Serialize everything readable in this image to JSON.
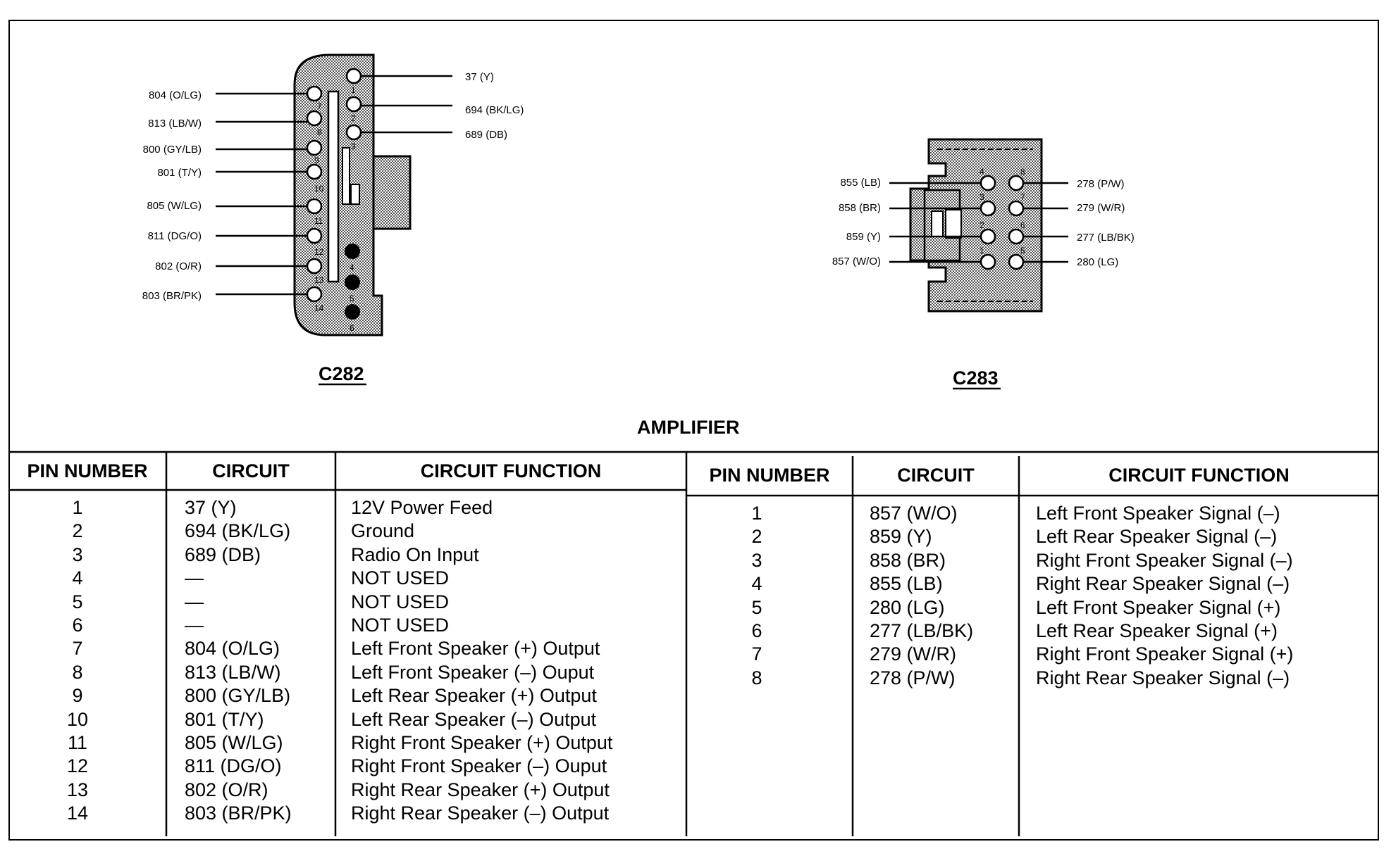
{
  "diagram": {
    "c282": {
      "label": "C282",
      "left_wires": [
        "804 (O/LG)",
        "813 (LB/W)",
        "800 (GY/LB)",
        "801 (T/Y)",
        "805 (W/LG)",
        "811 (DG/O)",
        "802 (O/R)",
        "803 (BR/PK)"
      ],
      "right_wires": [
        "37 (Y)",
        "694 (BK/LG)",
        "689 (DB)"
      ],
      "left_pin_numbers": [
        "7",
        "8",
        "9",
        "10",
        "11",
        "12",
        "13",
        "14"
      ],
      "right_pin_numbers": [
        "1",
        "2",
        "3",
        "4",
        "5",
        "6"
      ]
    },
    "c283": {
      "label": "C283",
      "left_wires": [
        "855 (LB)",
        "858 (BR)",
        "859 (Y)",
        "857 (W/O)"
      ],
      "right_wires": [
        "278 (P/W)",
        "279 (W/R)",
        "277 (LB/BK)",
        "280 (LG)"
      ],
      "left_pin_numbers": [
        "4",
        "3",
        "2",
        "1"
      ],
      "right_pin_numbers": [
        "8",
        "7",
        "6",
        "5"
      ]
    },
    "title": "AMPLIFIER"
  },
  "table_left": {
    "headers": [
      "PIN NUMBER",
      "CIRCUIT",
      "CIRCUIT FUNCTION"
    ],
    "rows": [
      [
        "1",
        "37 (Y)",
        "12V Power Feed"
      ],
      [
        "2",
        "694 (BK/LG)",
        "Ground"
      ],
      [
        "3",
        "689 (DB)",
        "Radio On Input"
      ],
      [
        "4",
        "—",
        "NOT USED"
      ],
      [
        "5",
        "—",
        "NOT USED"
      ],
      [
        "6",
        "—",
        "NOT USED"
      ],
      [
        "7",
        "804 (O/LG)",
        "Left Front Speaker (+) Output"
      ],
      [
        "8",
        "813 (LB/W)",
        "Left Front Speaker (–) Ouput"
      ],
      [
        "9",
        "800 (GY/LB)",
        "Left Rear Speaker (+) Output"
      ],
      [
        "10",
        "801 (T/Y)",
        "Left Rear Speaker (–) Output"
      ],
      [
        "11",
        "805 (W/LG)",
        "Right Front Speaker (+) Output"
      ],
      [
        "12",
        "811 (DG/O)",
        "Right Front Speaker (–) Ouput"
      ],
      [
        "13",
        "802 (O/R)",
        "Right Rear Speaker (+) Output"
      ],
      [
        "14",
        "803 (BR/PK)",
        "Right Rear Speaker (–) Output"
      ]
    ]
  },
  "table_right": {
    "headers": [
      "PIN NUMBER",
      "CIRCUIT",
      "CIRCUIT FUNCTION"
    ],
    "rows": [
      [
        "1",
        "857 (W/O)",
        "Left Front Speaker Signal (–)"
      ],
      [
        "2",
        "859 (Y)",
        "Left Rear Speaker Signal (–)"
      ],
      [
        "3",
        "858 (BR)",
        "Right Front Speaker Signal (–)"
      ],
      [
        "4",
        "855 (LB)",
        "Right Rear Speaker Signal (–)"
      ],
      [
        "5",
        "280 (LG)",
        "Left Front Speaker Signal (+)"
      ],
      [
        "6",
        "277 (LB/BK)",
        "Left Rear Speaker Signal (+)"
      ],
      [
        "7",
        "279 (W/R)",
        "Right Front Speaker Signal (+)"
      ],
      [
        "8",
        "278 (P/W)",
        "Right Rear Speaker Signal (–)"
      ]
    ]
  }
}
